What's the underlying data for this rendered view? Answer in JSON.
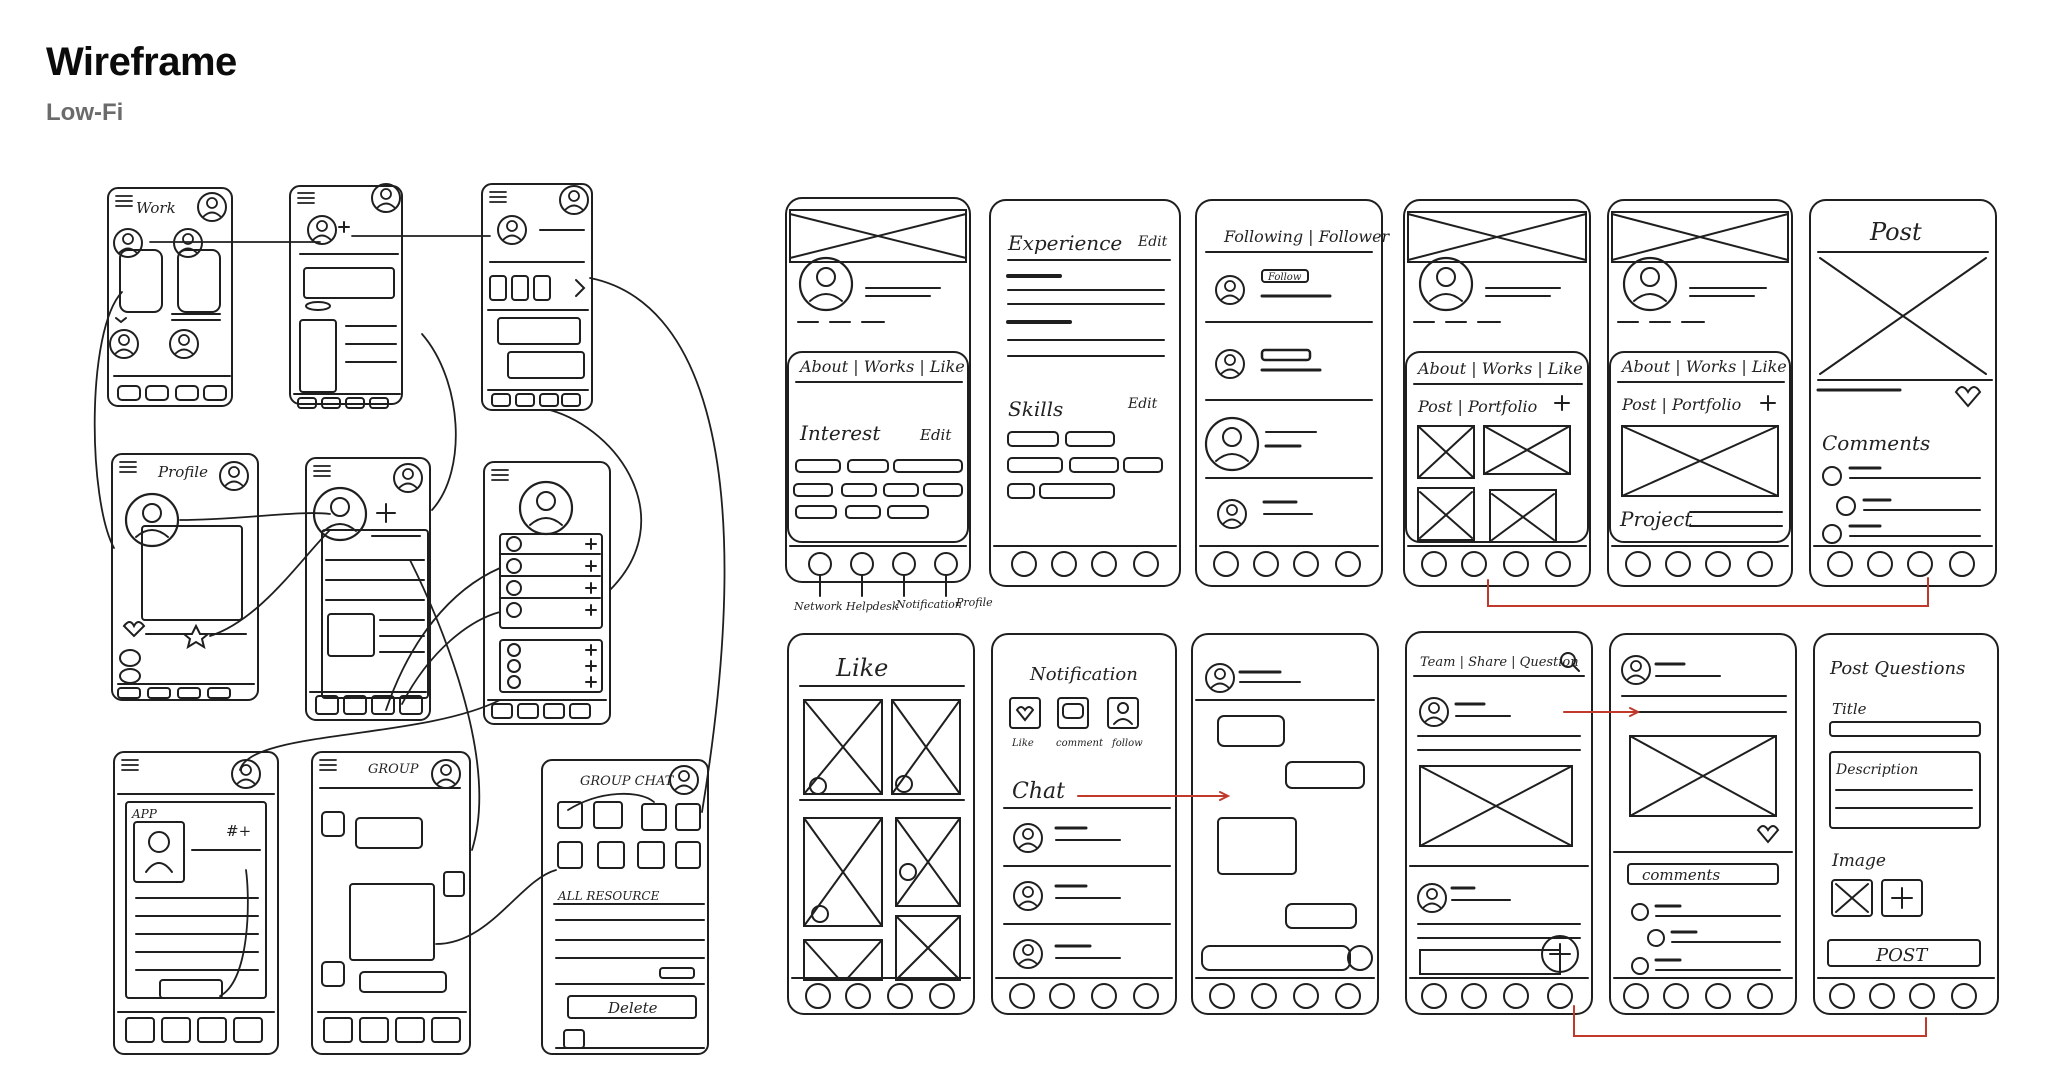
{
  "header": {
    "title": "Wireframe",
    "subtitle": "Low-Fi"
  },
  "colors": {
    "ink": "#1f1f1f",
    "connector_red": "#c0392b",
    "title": "#0b0b0b",
    "subtitle": "#6b6b6b"
  },
  "left_board": {
    "screen_work": {
      "title": "Work"
    },
    "screen_profile": {
      "title": "Profile"
    },
    "screen_app": {
      "label": "APP",
      "tag": "#+"
    },
    "screen_group": {
      "title": "GROUP"
    },
    "screen_group_chat": {
      "title": "GROUP CHAT",
      "section": "ALL RESOURCE",
      "delete_label": "Delete"
    }
  },
  "right_board": {
    "profile_tabs": "About | Works | Like",
    "interest": {
      "title": "Interest",
      "edit": "Edit"
    },
    "nav_labels": [
      "Network",
      "Helpdesk",
      "Notification",
      "Profile"
    ],
    "experience": {
      "title": "Experience",
      "edit": "Edit"
    },
    "skills": {
      "title": "Skills",
      "edit": "Edit"
    },
    "following": {
      "title": "Following | Follower",
      "follow_badge": "Follow"
    },
    "portfolio_header": "Post | Portfolio",
    "project_label": "Project",
    "post": {
      "title": "Post",
      "comments": "Comments"
    },
    "like": {
      "title": "Like"
    },
    "notification": {
      "title": "Notification",
      "icons": [
        "Like",
        "comment",
        "follow"
      ],
      "chat": "Chat"
    },
    "team_tabs": "Team | Share | Question",
    "detail": {
      "comments": "comments"
    },
    "post_questions": {
      "title": "Post Questions",
      "field_title": "Title",
      "field_description": "Description",
      "field_image": "Image",
      "post_button": "POST"
    }
  }
}
